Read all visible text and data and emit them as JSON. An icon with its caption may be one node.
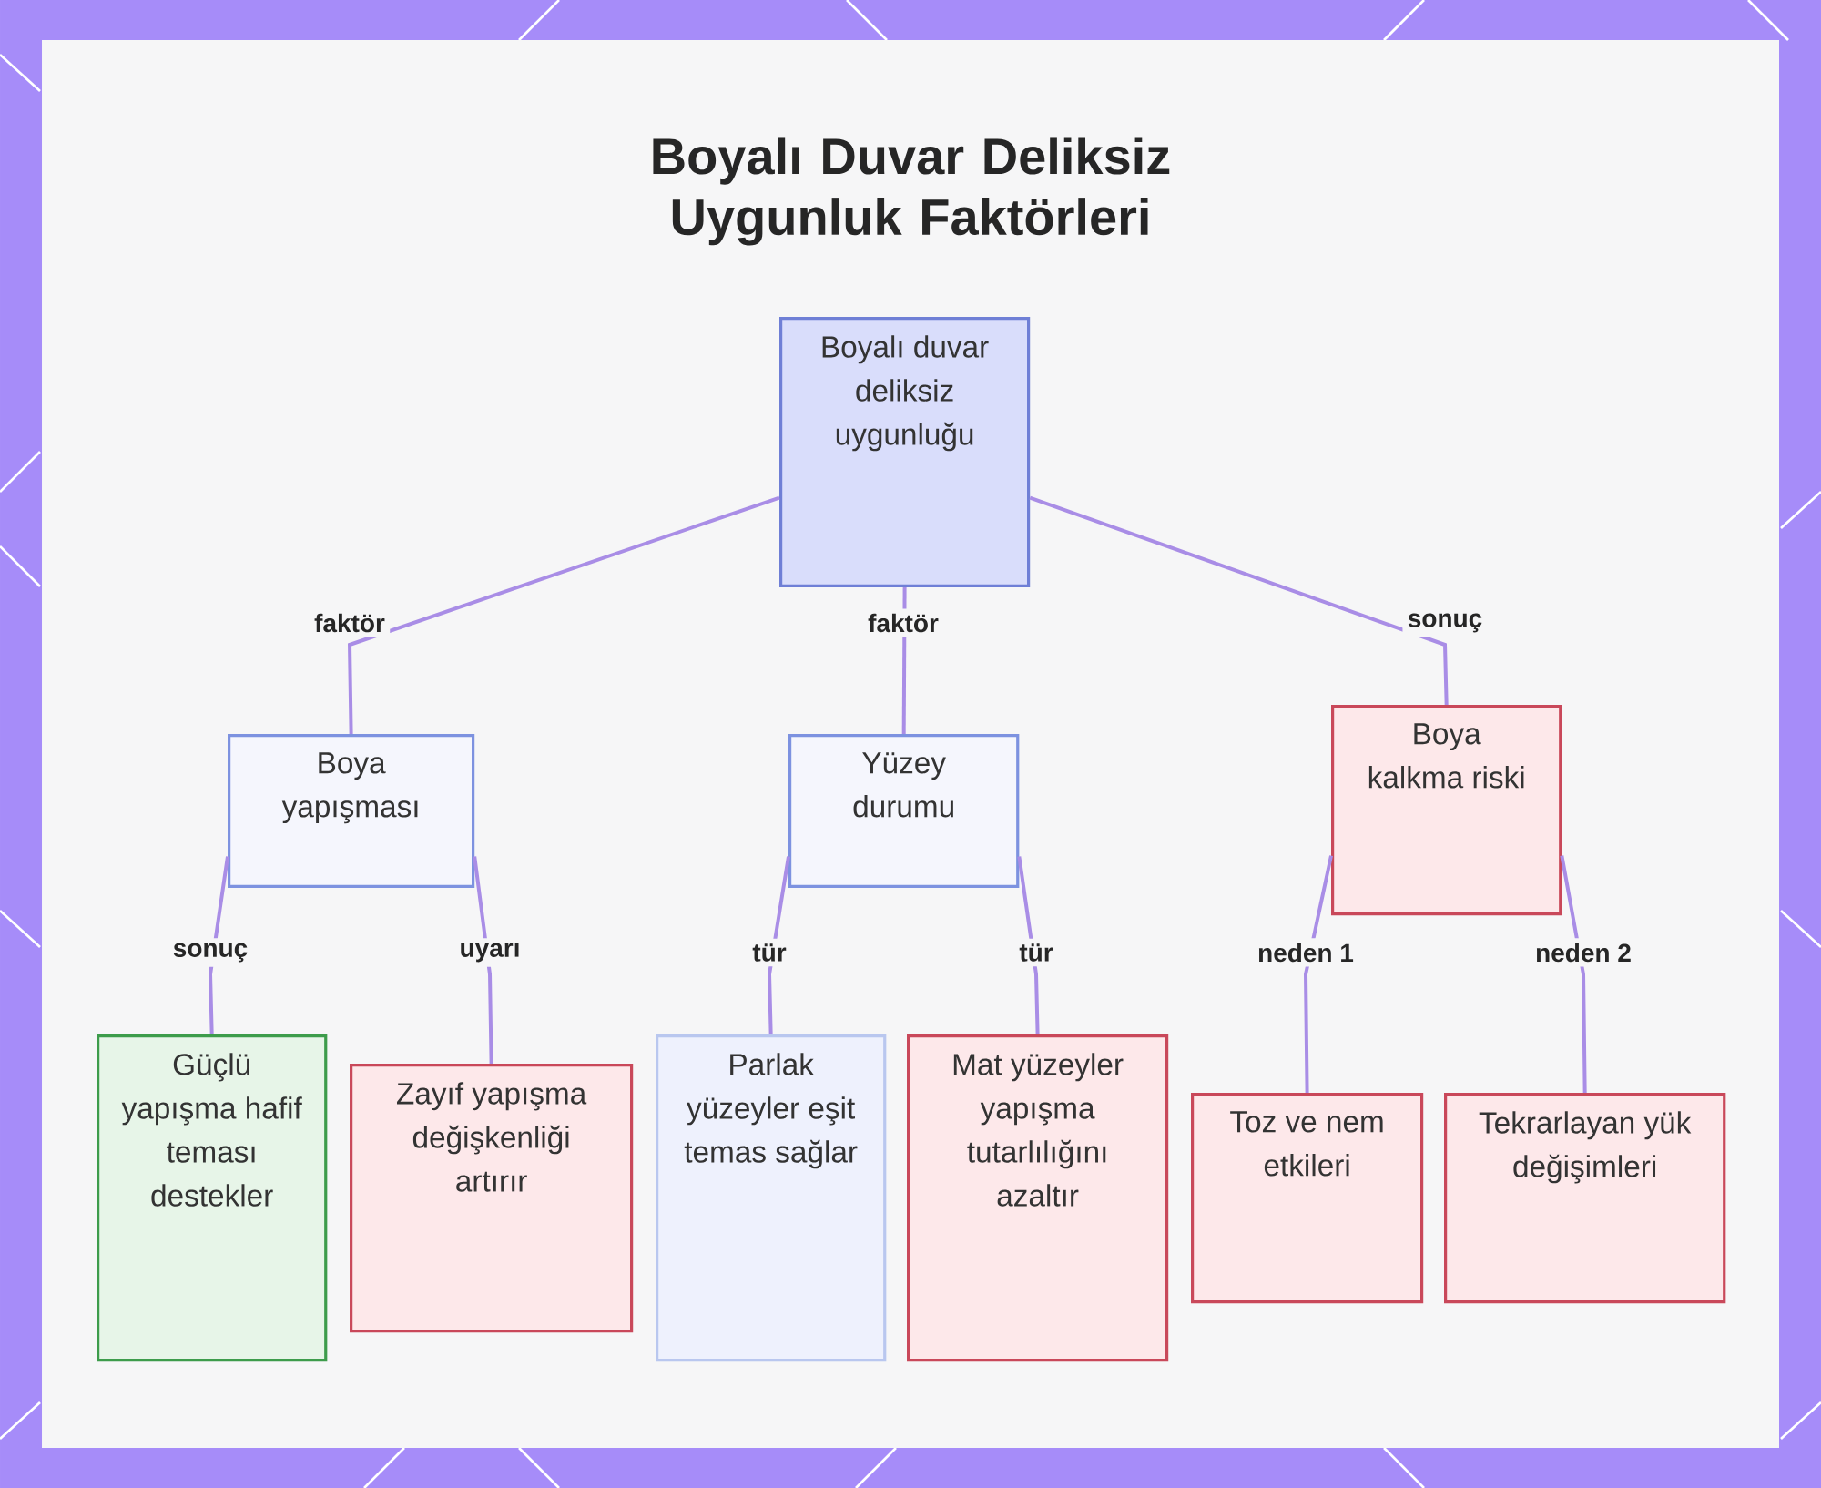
{
  "diagram": {
    "title": "Boyalı Duvar Deliksiz Uygunluk Faktörleri",
    "nodes": [
      {
        "text": [
          "Boyalı duvar deliksiz uygunluğu"
        ]
      },
      {
        "text": [
          "Boya yapışması"
        ]
      },
      {
        "text": [
          "Yüzey durumu"
        ]
      },
      {
        "text": [
          "Boya kalkma riski"
        ]
      },
      {
        "text": [
          "Güçlü yapışma hafif teması destekler"
        ]
      },
      {
        "text": [
          "Zayıf yapışma değişkenliği artırır"
        ]
      },
      {
        "text": [
          "Parlak yüzeyler eşit temas sağlar"
        ]
      },
      {
        "text": [
          "Mat yüzeyler yapışma tutarlılığını azaltır"
        ]
      },
      {
        "text": [
          "Toz ve nem etkileri"
        ]
      },
      {
        "text": [
          "Tekrarlayan yük değişimleri"
        ]
      }
    ],
    "edges": [
      {
        "from": 0,
        "to": 1,
        "arrow": "none",
        "label": "faktör"
      },
      {
        "from": 0,
        "to": 2,
        "arrow": "none",
        "label": "faktör"
      },
      {
        "from": 0,
        "to": 3,
        "arrow": "none",
        "label": "sonuç"
      },
      {
        "from": 1,
        "to": 4,
        "arrow": "none",
        "label": "sonuç"
      },
      {
        "from": 1,
        "to": 5,
        "arrow": "none",
        "label": "uyarı"
      },
      {
        "from": 2,
        "to": 6,
        "arrow": "none",
        "label": "tür"
      },
      {
        "from": 2,
        "to": 7,
        "arrow": "none",
        "label": "tür"
      },
      {
        "from": 3,
        "to": 8,
        "arrow": "none",
        "label": "neden 1"
      },
      {
        "from": 3,
        "to": 9,
        "arrow": "none",
        "label": "neden 2"
      }
    ]
  }
}
